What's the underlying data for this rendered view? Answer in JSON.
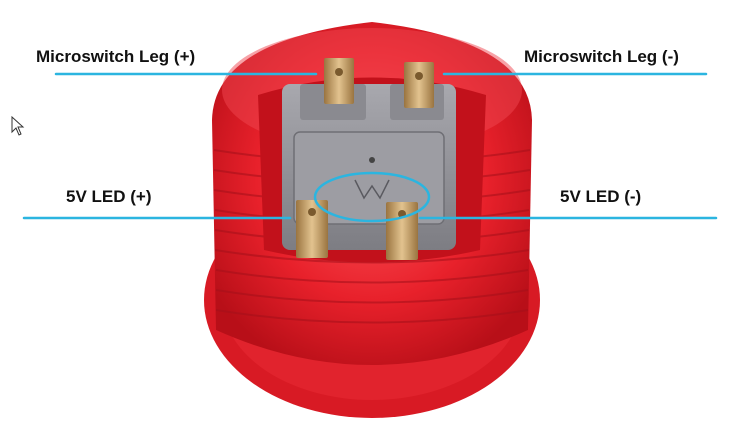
{
  "labels": {
    "microswitch_plus": "Microswitch Leg (+)",
    "microswitch_minus": "Microswitch Leg (-)",
    "led_plus": "5V LED (+)",
    "led_minus": "5V LED (-)"
  },
  "colors": {
    "button_red": "#e8212b",
    "housing_gray": "#8f8f94",
    "terminal_metal": "#b9925a",
    "callout_blue": "#2bb5e0"
  },
  "icons": {
    "cursor": "mouse-pointer-icon"
  }
}
